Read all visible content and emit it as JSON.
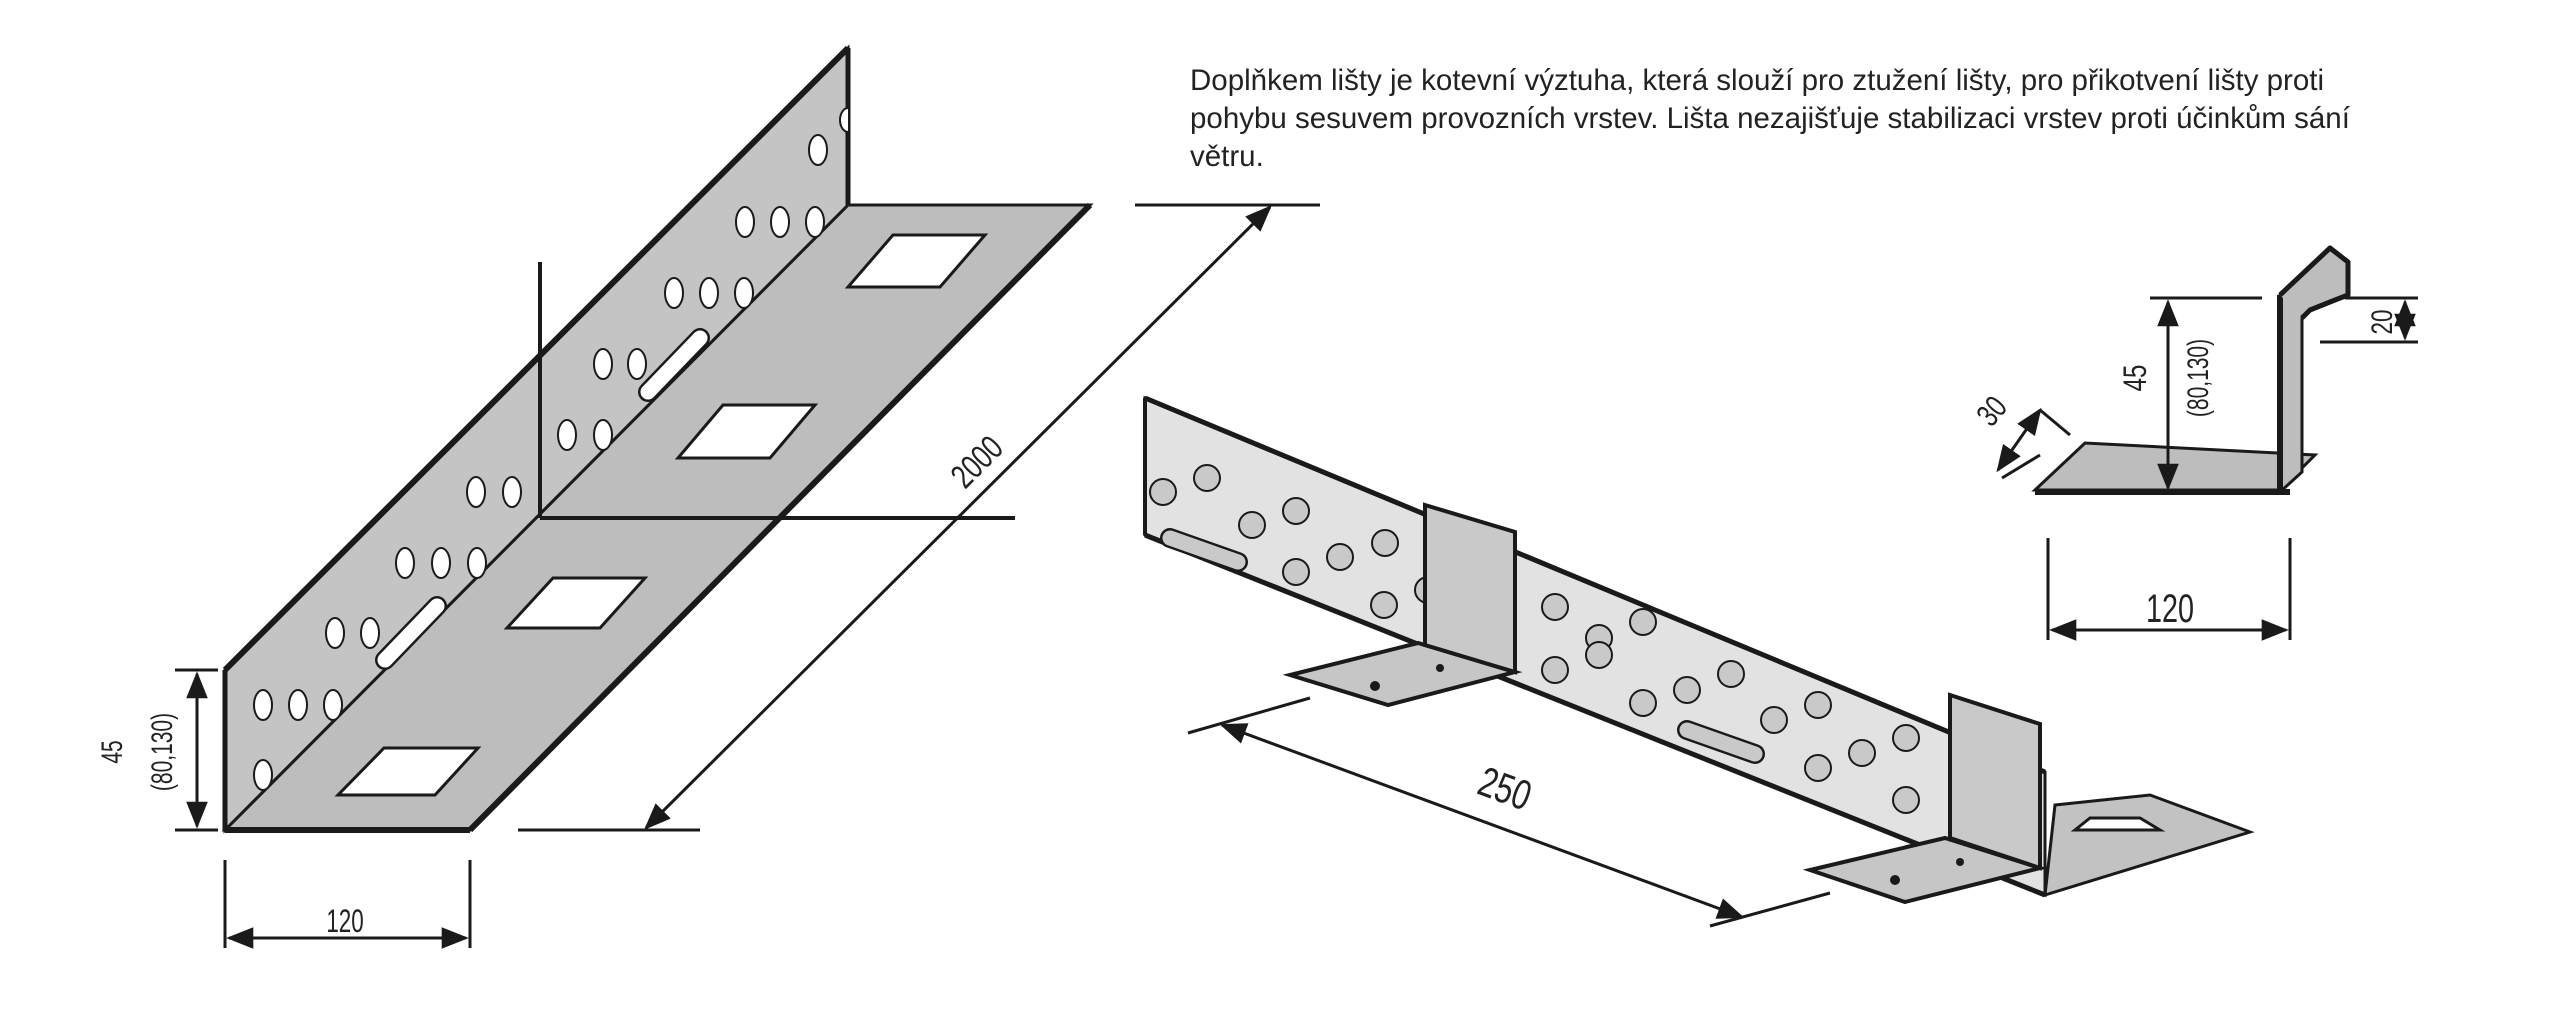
{
  "description": {
    "lines": [
      "Doplňkem lišty je kotevní výztuha, která slouží pro ztužení lišty, pro přikotvení lišty proti",
      "pohybu sesuvem provozních vrstev. Lišta nezajišťuje stabilizaci vrstev proti účinkům sání",
      "větru."
    ]
  },
  "profile_drawing": {
    "height_label": "45",
    "height_alt_label": "(80,130)",
    "width_label": "120",
    "length_label": "2000"
  },
  "bracket_drawing": {
    "spacing_label": "250"
  },
  "section_drawing": {
    "leg_label": "30",
    "height_label": "45",
    "height_alt_label": "(80,130)",
    "hook_label": "20",
    "width_label": "120"
  },
  "colors": {
    "metal_fill": "#bdbdbd",
    "metal_light": "#e2e2e2",
    "outline": "#1a1a1a",
    "text": "#222222"
  }
}
